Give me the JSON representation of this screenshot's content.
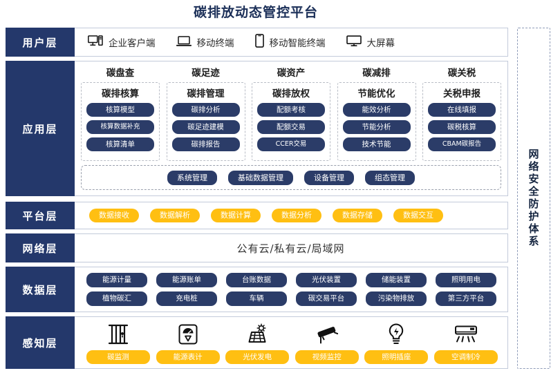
{
  "title": "碳排放动态管控平台",
  "security_sidebar": {
    "label": "网络安全防护体系"
  },
  "layers": {
    "user": {
      "tag": "用户层"
    },
    "application": {
      "tag": "应用层"
    },
    "platform": {
      "tag": "平台层"
    },
    "network": {
      "tag": "网络层",
      "text": "公有云/私有云/局域网"
    },
    "data": {
      "tag": "数据层"
    },
    "sensing": {
      "tag": "感知层"
    }
  },
  "user_items": [
    {
      "icon": "desktop-tower-icon",
      "label": "企业客户端"
    },
    {
      "icon": "laptop-icon",
      "label": "移动终端"
    },
    {
      "icon": "smartphone-icon",
      "label": "移动智能终端"
    },
    {
      "icon": "large-screen-icon",
      "label": "大屏幕"
    }
  ],
  "app_columns": [
    {
      "head": "碳盘查",
      "sub": "碳排核算",
      "items": [
        "核算模型",
        "核算数据补充",
        "核算清单"
      ]
    },
    {
      "head": "碳足迹",
      "sub": "碳排管理",
      "items": [
        "碳排分析",
        "碳足迹建模",
        "碳排报告"
      ]
    },
    {
      "head": "碳资产",
      "sub": "碳排放权",
      "items": [
        "配额考核",
        "配额交易",
        "CCER交易"
      ]
    },
    {
      "head": "碳减排",
      "sub": "节能优化",
      "items": [
        "能效分析",
        "节能分析",
        "技术节能"
      ]
    },
    {
      "head": "碳关税",
      "sub": "关税申报",
      "items": [
        "在线填报",
        "碳税核算",
        "CBAM碳报告"
      ]
    }
  ],
  "management_items": [
    "系统管理",
    "基础数据管理",
    "设备管理",
    "组态管理"
  ],
  "platform_items": [
    "数据接收",
    "数据解析",
    "数据计算",
    "数据分析",
    "数据存储",
    "数据交互"
  ],
  "data_rows": [
    [
      "能源计量",
      "能源账单",
      "台账数据",
      "光伏装置",
      "储能装置",
      "照明用电"
    ],
    [
      "植物碳汇",
      "充电桩",
      "车辆",
      "碳交易平台",
      "污染物排放",
      "第三方平台"
    ]
  ],
  "sensing_items": [
    {
      "icon": "carbon-monitor-icon",
      "label": "碳监测"
    },
    {
      "icon": "energy-meter-icon",
      "label": "能源表计"
    },
    {
      "icon": "solar-panel-icon",
      "label": "光伏发电"
    },
    {
      "icon": "cctv-camera-icon",
      "label": "视频监控"
    },
    {
      "icon": "light-bulb-icon",
      "label": "照明插座"
    },
    {
      "icon": "air-conditioner-icon",
      "label": "空调制冷"
    }
  ],
  "colors": {
    "navy": "#24386b",
    "pill_navy": "#2b3c68",
    "yellow": "#ffbf12",
    "title": "#1b2f58",
    "border": "#c2cada"
  }
}
